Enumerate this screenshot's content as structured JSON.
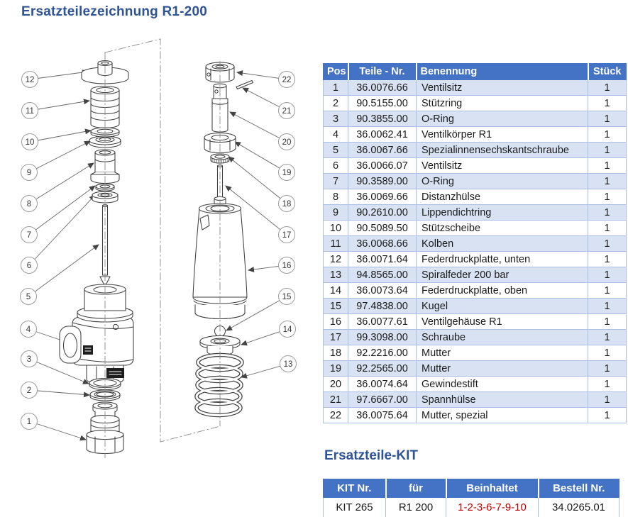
{
  "page": {
    "title": "Ersatzteilezeichnung R1-200",
    "kit_heading": "Ersatzteile-KIT"
  },
  "colors": {
    "accent_blue": "#2F5496",
    "table_header_bg": "#4472C4",
    "band_row_bg": "#D9E2F3",
    "red": "#C00000"
  },
  "parts_table": {
    "headers": [
      "Pos",
      "Teile - Nr.",
      "Benennung",
      "Stück"
    ],
    "rows": [
      {
        "pos": "1",
        "part_no": "36.0076.66",
        "name": "Ventilsitz",
        "qty": "1",
        "in_kit": true
      },
      {
        "pos": "2",
        "part_no": "90.5155.00",
        "name": "Stützring",
        "qty": "1",
        "in_kit": true
      },
      {
        "pos": "3",
        "part_no": "90.3855.00",
        "name": "O-Ring",
        "qty": "1",
        "in_kit": true
      },
      {
        "pos": "4",
        "part_no": "36.0062.41",
        "name": "Ventilkörper R1",
        "qty": "1",
        "in_kit": false
      },
      {
        "pos": "5",
        "part_no": "36.0067.66",
        "name": "Spezialinnensechskantschraube",
        "qty": "1",
        "in_kit": false
      },
      {
        "pos": "6",
        "part_no": "36.0066.07",
        "name": "Ventilsitz",
        "qty": "1",
        "in_kit": true
      },
      {
        "pos": "7",
        "part_no": "90.3589.00",
        "name": "O-Ring",
        "qty": "1",
        "in_kit": true
      },
      {
        "pos": "8",
        "part_no": "36.0069.66",
        "name": "Distanzhülse",
        "qty": "1",
        "in_kit": false
      },
      {
        "pos": "9",
        "part_no": "90.2610.00",
        "name": "Lippendichtring",
        "qty": "1",
        "in_kit": true
      },
      {
        "pos": "10",
        "part_no": "90.5089.50",
        "name": "Stützscheibe",
        "qty": "1",
        "in_kit": true
      },
      {
        "pos": "11",
        "part_no": "36.0068.66",
        "name": "Kolben",
        "qty": "1",
        "in_kit": false
      },
      {
        "pos": "12",
        "part_no": "36.0071.64",
        "name": "Federdruckplatte, unten",
        "qty": "1",
        "in_kit": false
      },
      {
        "pos": "13",
        "part_no": "94.8565.00",
        "name": "Spiralfeder 200 bar",
        "qty": "1",
        "in_kit": false
      },
      {
        "pos": "14",
        "part_no": "36.0073.64",
        "name": "Federdruckplatte, oben",
        "qty": "1",
        "in_kit": false
      },
      {
        "pos": "15",
        "part_no": "97.4838.00",
        "name": "Kugel",
        "qty": "1",
        "in_kit": false
      },
      {
        "pos": "16",
        "part_no": "36.0077.61",
        "name": "Ventilgehäuse R1",
        "qty": "1",
        "in_kit": false
      },
      {
        "pos": "17",
        "part_no": "99.3098.00",
        "name": "Schraube",
        "qty": "1",
        "in_kit": false
      },
      {
        "pos": "18",
        "part_no": "92.2216.00",
        "name": "Mutter",
        "qty": "1",
        "in_kit": false
      },
      {
        "pos": "19",
        "part_no": "92.2565.00",
        "name": "Mutter",
        "qty": "1",
        "in_kit": false
      },
      {
        "pos": "20",
        "part_no": "36.0074.64",
        "name": "Gewindestift",
        "qty": "1",
        "in_kit": false
      },
      {
        "pos": "21",
        "part_no": "97.6667.00",
        "name": "Spannhülse",
        "qty": "1",
        "in_kit": false
      },
      {
        "pos": "22",
        "part_no": "36.0075.64",
        "name": "Mutter, spezial",
        "qty": "1",
        "in_kit": false
      }
    ]
  },
  "kit_table": {
    "headers": [
      "KIT Nr.",
      "für",
      "Beinhaltet",
      "Bestell Nr."
    ],
    "row": {
      "kit_no": "KIT 265",
      "for_model": "R1 200",
      "contains": "1-2-3-6-7-9-10",
      "order_no": "34.0265.01"
    }
  },
  "diagram": {
    "callouts_left": [
      "12",
      "11",
      "10",
      "9",
      "8",
      "7",
      "6",
      "5",
      "4",
      "3",
      "2",
      "1"
    ],
    "callouts_right": [
      "22",
      "21",
      "20",
      "19",
      "18",
      "17",
      "16",
      "15",
      "14",
      "13"
    ]
  }
}
